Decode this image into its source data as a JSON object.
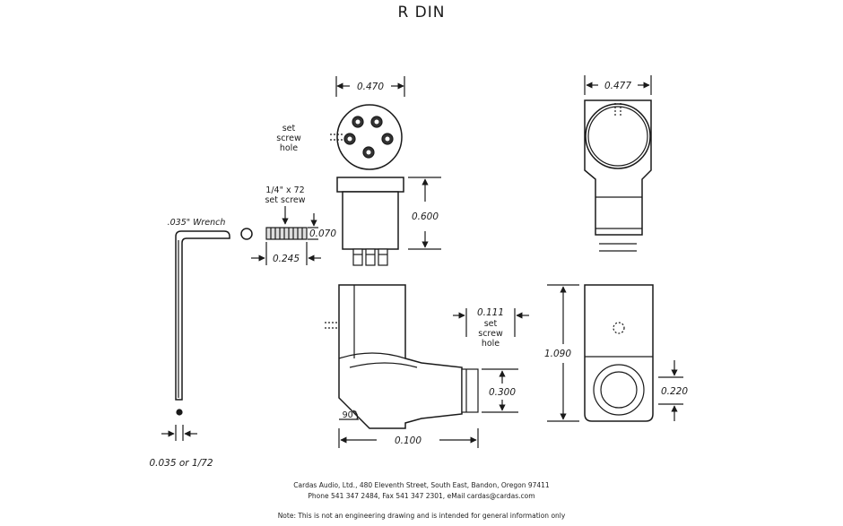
{
  "title": "R DIN",
  "dimensions": {
    "top_width": "0.470",
    "right_width": "0.477",
    "body_height": "0.600",
    "set_screw_dia": "0.070",
    "set_screw_len": "0.245",
    "set_hole_offset": "0.111",
    "front_height": "0.300",
    "bottom_width": "0.100",
    "side_height": "1.090",
    "side_offset": "0.220",
    "wrench_size": "0.035 or 1/72",
    "angle": "90°"
  },
  "labels": {
    "set_screw_hole_1": "set",
    "set_screw_hole_2": "screw",
    "set_screw_hole_3": "hole",
    "screw_spec_1": "1/4\" x 72",
    "screw_spec_2": "set screw",
    "wrench": ".035\" Wrench"
  },
  "footer": {
    "line1": "Cardas Audio, Ltd., 480 Eleventh Street, South East, Bandon, Oregon 97411",
    "line2": "Phone 541 347 2484, Fax 541 347 2301, eMail cardas@cardas.com",
    "note": "Note:  This is not an engineering drawing and is intended for general information only"
  }
}
